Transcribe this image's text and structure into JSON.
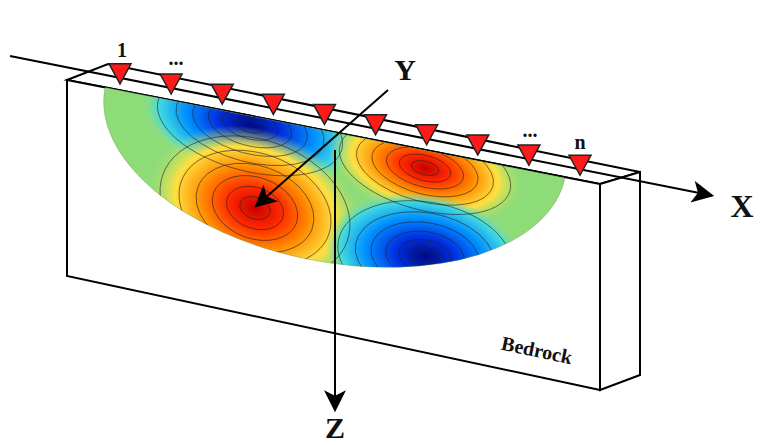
{
  "diagram": {
    "labels": [
      "1",
      "...",
      "Y",
      "...",
      "n",
      "X",
      "Z",
      "Bedrock"
    ]
  }
}
